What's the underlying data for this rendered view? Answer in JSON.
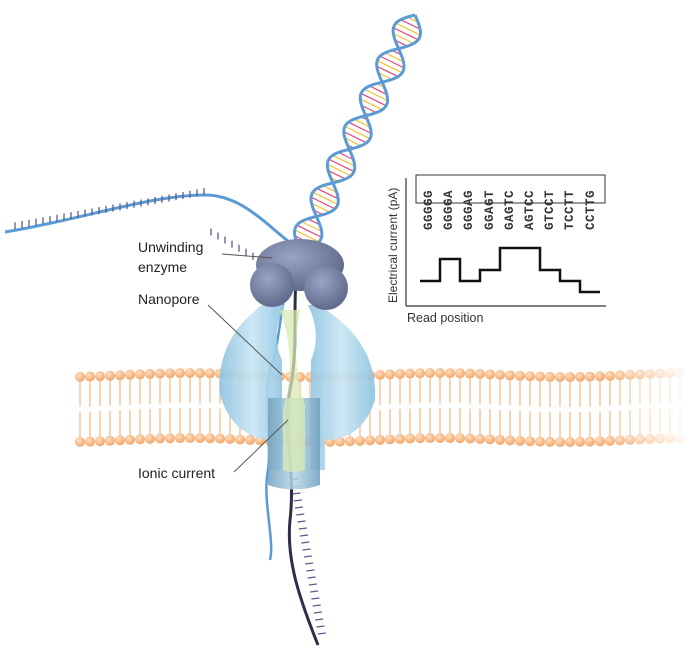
{
  "labels": {
    "enzyme_line1": "Unwinding",
    "enzyme_line2": "enzyme",
    "nanopore": "Nanopore",
    "ionic_current": "Ionic current"
  },
  "inset_chart": {
    "y_axis_label": "Electrical current (pA)",
    "x_axis_label": "Read position",
    "kmers": [
      "GGGGG",
      "GGGGA",
      "GGGAG",
      "GGAGT",
      "GAGTC",
      "AGTCC",
      "GTCCT",
      "TCCTT",
      "CCTTG"
    ]
  },
  "chart_data": {
    "type": "line",
    "title": "",
    "xlabel": "Read position",
    "ylabel": "Electrical current (pA)",
    "x": [
      1,
      2,
      3,
      4,
      5,
      6,
      7,
      8,
      9
    ],
    "categories": [
      "GGGGG",
      "GGGGA",
      "GGGAG",
      "GGAGT",
      "GAGTC",
      "AGTCC",
      "GTCCT",
      "TCCTT",
      "CCTTG"
    ],
    "series": [
      {
        "values": [
          1,
          3,
          1,
          2,
          4,
          4,
          2,
          1,
          0
        ]
      }
    ],
    "step": true
  },
  "colors": {
    "dna_blue": "#5b9bd5",
    "membrane_orange": "#f4a86c",
    "pore_blue": "#a9d3ea",
    "enzyme_slate": "#7d87a8"
  }
}
